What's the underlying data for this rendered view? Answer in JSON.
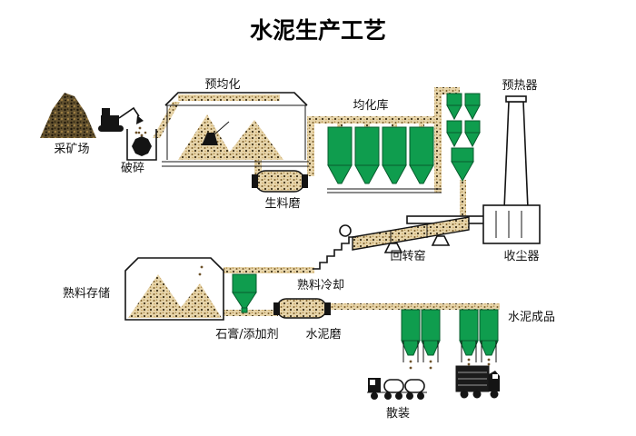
{
  "title": "水泥生产工艺",
  "labels": {
    "quarry": "采矿场",
    "crushing": "破碎",
    "prehomogenization": "预均化",
    "raw_mill": "生料磨",
    "homogenization_silo": "均化库",
    "preheater": "预热器",
    "rotary_kiln": "回转窑",
    "dust_collector": "收尘器",
    "clinker_cooling": "熟料冷却",
    "clinker_storage": "熟料存储",
    "gypsum_additive": "石膏/添加剂",
    "cement_mill": "水泥磨",
    "cement_product": "水泥成品",
    "bulk_loading": "散装"
  },
  "colors": {
    "equipment_green": "#0f9d4e",
    "equipment_green_dark": "#085c2d",
    "material_tan": "#e7d5ab",
    "outline_black": "#141414",
    "background": "#ffffff"
  }
}
